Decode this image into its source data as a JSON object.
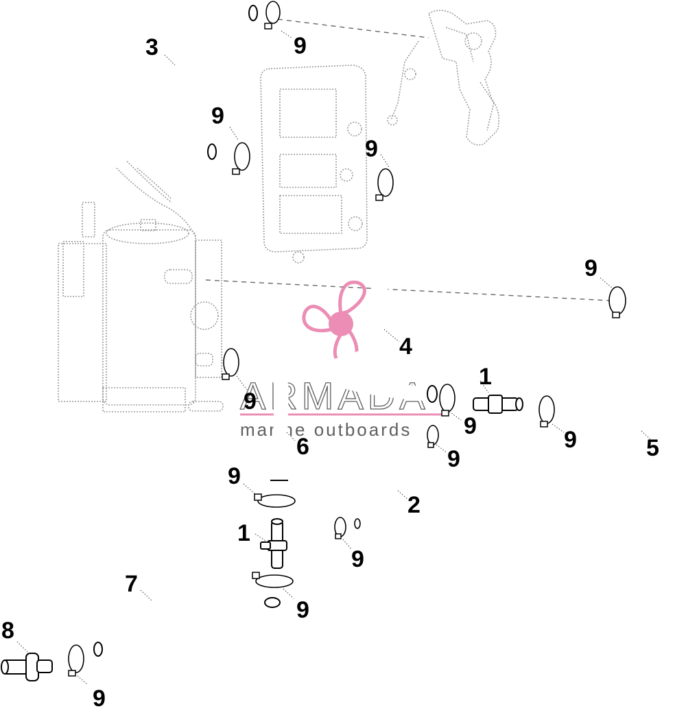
{
  "callouts": {
    "c1a": "1",
    "c1b": "1",
    "c2": "2",
    "c3": "3",
    "c4": "4",
    "c5": "5",
    "c6": "6",
    "c7": "7",
    "c8": "8",
    "c9": "9"
  },
  "watermark": {
    "brand_name": "ARMADA",
    "tagline": "marine outboards",
    "brand_color": "#e87aa8",
    "logo_icon": "propeller-icon"
  },
  "colors": {
    "line": "#000000",
    "ghost_part": "#9a9a9a",
    "background": "#ffffff"
  }
}
